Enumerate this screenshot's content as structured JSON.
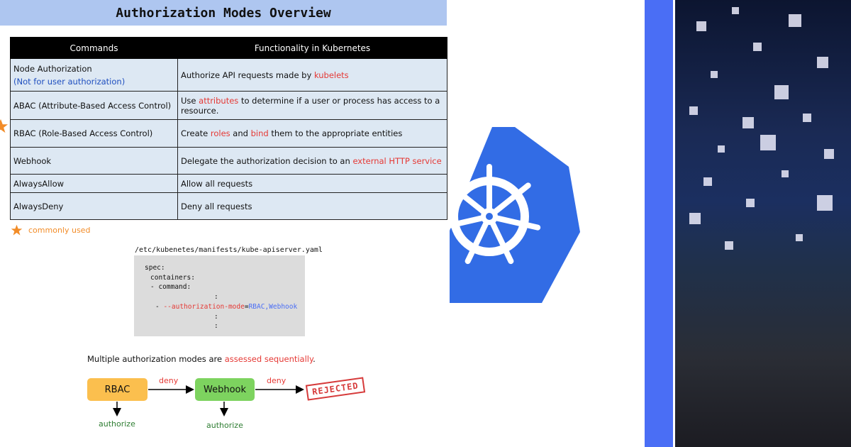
{
  "title": "Authorization Modes Overview",
  "table": {
    "headers": [
      "Commands",
      "Functionality in Kubernetes"
    ],
    "rows": [
      {
        "command": "Node Authorization",
        "command_note": "(Not for user authorization)",
        "func": [
          {
            "t": "Authorize API requests made by "
          },
          {
            "t": "kubelets",
            "red": true
          }
        ]
      },
      {
        "command": "ABAC (Attribute-Based Access Control)",
        "func": [
          {
            "t": "Use "
          },
          {
            "t": "attributes",
            "red": true
          },
          {
            "t": " to determine if a user or process has access to a resource."
          }
        ]
      },
      {
        "command": "RBAC (Role-Based Access Control)",
        "func": [
          {
            "t": "Create "
          },
          {
            "t": "roles",
            "red": true
          },
          {
            "t": " and "
          },
          {
            "t": "bind",
            "red": true
          },
          {
            "t": " them to the appropriate entities"
          }
        ]
      },
      {
        "command": "Webhook",
        "func": [
          {
            "t": "Delegate the authorization decision to an "
          },
          {
            "t": "external HTTP service",
            "red": true
          }
        ]
      },
      {
        "command": "AlwaysAllow",
        "func": [
          {
            "t": "Allow all requests"
          }
        ]
      },
      {
        "command": "AlwaysDeny",
        "func": [
          {
            "t": "Deny all requests"
          }
        ]
      }
    ]
  },
  "legend": {
    "label": "commonly used",
    "color": "#f28c28"
  },
  "file_path": "/etc/kubenetes/manifests/kube-apiserver.yaml",
  "code": {
    "spec": "spec:",
    "containers": "containers:",
    "command": "- command:",
    "dots": ":",
    "flag_prefix": "- ",
    "flag": "--authorization-mode",
    "eq": "=",
    "value": "RBAC,Webhook"
  },
  "sequence": {
    "note_prefix": "Multiple authorization modes are ",
    "note_highlight": "assessed sequentially",
    "note_suffix": ".",
    "box1": "RBAC",
    "box2": "Webhook",
    "deny1": "deny",
    "deny2": "deny",
    "authorize1": "authorize",
    "authorize2": "authorize",
    "rejected": "REJECTED"
  },
  "colors": {
    "accent_blue": "#326ce5",
    "stripe_blue": "#4a6ef5",
    "highlight_red": "#e53935",
    "rbac_box": "#fbbf4e",
    "webhook_box": "#7dd35f"
  },
  "icons": [
    "star-icon",
    "kubernetes-logo-icon"
  ]
}
